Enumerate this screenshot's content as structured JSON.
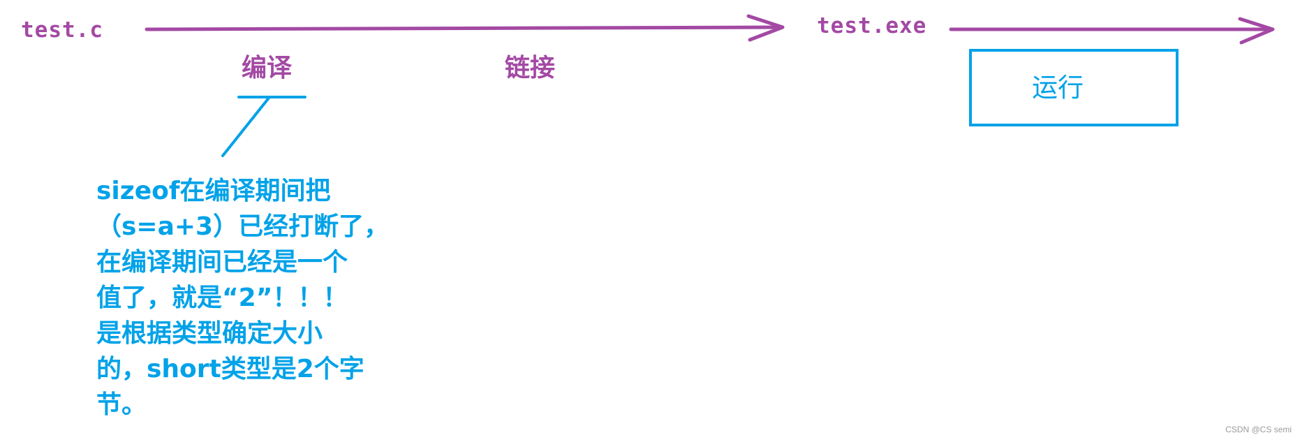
{
  "diagram": {
    "colors": {
      "pipeline": "#A349A4",
      "annotation": "#00A2E8",
      "watermark": "#9a9a9a",
      "background": "#ffffff"
    },
    "nodes": {
      "source_file": "test.c",
      "executable": "test.exe"
    },
    "stages": {
      "compile": "编译",
      "link": "链接",
      "run": "运行"
    },
    "edges": [
      {
        "from": "test.c",
        "to": "test.exe",
        "labels": [
          "编译",
          "链接"
        ]
      },
      {
        "from": "test.exe",
        "to": "",
        "labels": [
          "运行"
        ]
      }
    ],
    "note": {
      "points_to": "编译",
      "lines": [
        "sizeof在编译期间把",
        "（s=a+3）已经打断了，",
        "在编译期间已经是一个",
        "值了，就是“2”！！！",
        "是根据类型确定大小",
        "的，short类型是2个字",
        "节。"
      ]
    },
    "watermark": "CSDN @CS semi"
  }
}
